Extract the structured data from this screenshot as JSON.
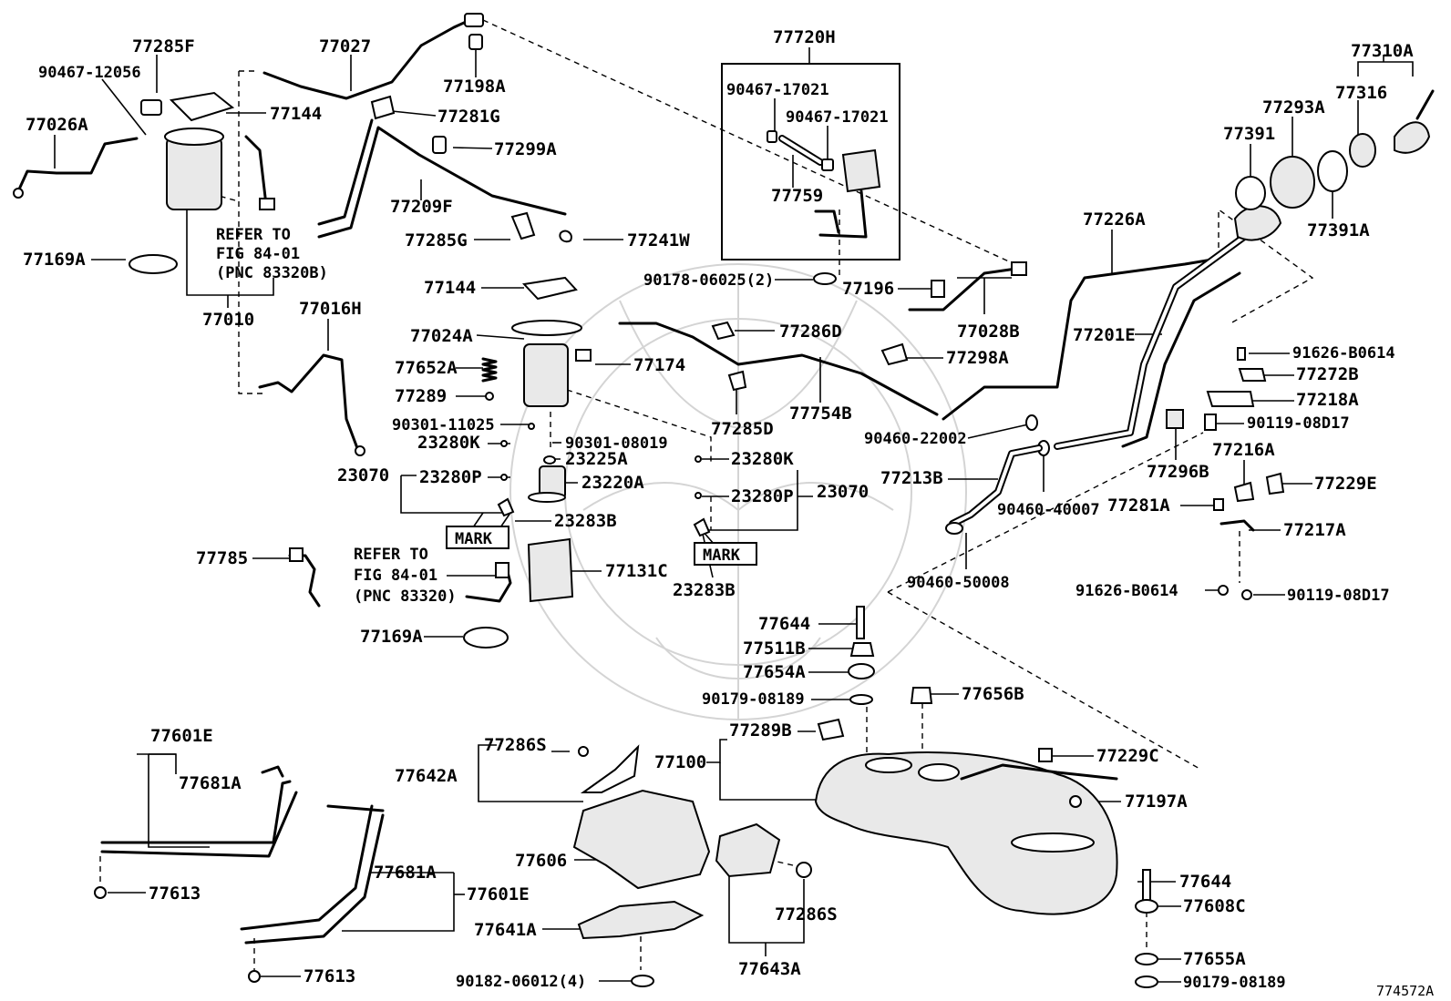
{
  "figure_id": "774572A",
  "labels": {
    "p77285F": "77285F",
    "p90467_12056": "90467-12056",
    "p77027": "77027",
    "p77026A": "77026A",
    "p77198A": "77198A",
    "p77144_top": "77144",
    "p77281G": "77281G",
    "p77299A": "77299A",
    "p77209F": "77209F",
    "p77285G": "77285G",
    "p77241W": "77241W",
    "p77169A_top": "77169A",
    "p77010": "77010",
    "p77016H": "77016H",
    "p77144_mid": "77144",
    "p77024A": "77024A",
    "p77652A": "77652A",
    "p77289": "77289",
    "p77174": "77174",
    "p90301_11025": "90301-11025",
    "p23280K_l": "23280K",
    "p90301_08019": "90301-08019",
    "p23225A": "23225A",
    "p23280K_r": "23280K",
    "p23070_l": "23070",
    "p23280P_l": "23280P",
    "p23220A": "23220A",
    "p23280P_r": "23280P",
    "p23070_r": "23070",
    "p23283B_l": "23283B",
    "p23283B_r": "23283B",
    "p77785": "77785",
    "p77131C": "77131C",
    "p77169A_mid": "77169A",
    "p77720H": "77720H",
    "p90467_17021_a": "90467-17021",
    "p90467_17021_b": "90467-17021",
    "p77759": "77759",
    "p90178_06025": "90178-06025(2)",
    "p77196": "77196",
    "p77028B": "77028B",
    "p77286D": "77286D",
    "p77298A": "77298A",
    "p77754B": "77754B",
    "p77285D": "77285D",
    "p77226A": "77226A",
    "p77201E": "77201E",
    "p90460_22002": "90460-22002",
    "p77213B": "77213B",
    "p90460_40007": "90460-40007",
    "p90460_50008": "90460-50008",
    "p77296B": "77296B",
    "p77310A": "77310A",
    "p77316": "77316",
    "p77293A": "77293A",
    "p77391": "77391",
    "p77391A": "77391A",
    "p91626_B0614_a": "91626-B0614",
    "p77272B": "77272B",
    "p77218A": "77218A",
    "p90119_08D17_a": "90119-08D17",
    "p77216A": "77216A",
    "p77229E": "77229E",
    "p77281A": "77281A",
    "p77217A": "77217A",
    "p91626_B0614_b": "91626-B0614",
    "p90119_08D17_b": "90119-08D17",
    "p77644_a": "77644",
    "p77511B": "77511B",
    "p77654A": "77654A",
    "p90179_08189_a": "90179-08189",
    "p77656B": "77656B",
    "p77289B": "77289B",
    "p77100": "77100",
    "p77229C": "77229C",
    "p77197A": "77197A",
    "p77286S_a": "77286S",
    "p77642A": "77642A",
    "p77606": "77606",
    "p77286S_b": "77286S",
    "p77641A": "77641A",
    "p90182_06012": "90182-06012(4)",
    "p77643A": "77643A",
    "p77601E_a": "77601E",
    "p77681A_a": "77681A",
    "p77613_a": "77613",
    "p77681A_b": "77681A",
    "p77601E_b": "77601E",
    "p77613_b": "77613",
    "p77644_b": "77644",
    "p77608C": "77608C",
    "p77655A": "77655A",
    "p90179_08189_b": "90179-08189"
  },
  "refs": {
    "refer_a_1": "REFER TO",
    "refer_a_2": "FIG 84-01",
    "refer_a_3": "(PNC 83320B)",
    "refer_b_1": "REFER TO",
    "refer_b_2": "FIG 84-01",
    "refer_b_3": "(PNC 83320)",
    "mark_l": "MARK",
    "mark_r": "MARK"
  }
}
